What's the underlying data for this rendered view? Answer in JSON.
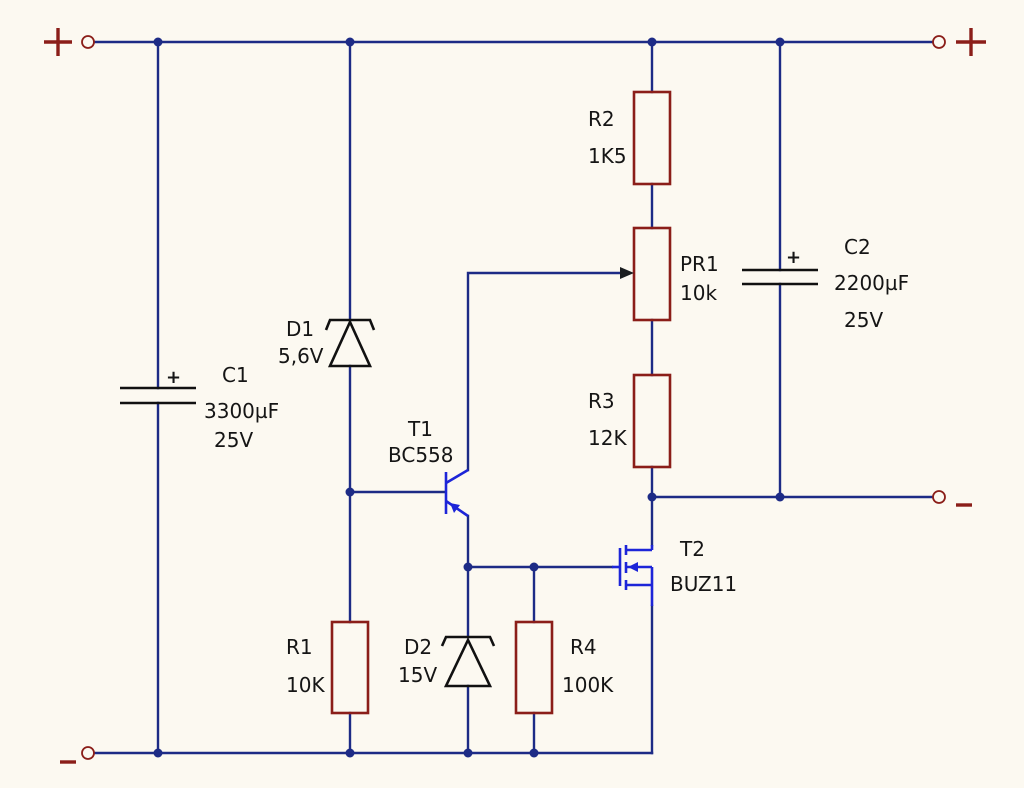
{
  "components": {
    "C1": {
      "ref": "C1",
      "value": "3300µF",
      "voltage": "25V"
    },
    "C2": {
      "ref": "C2",
      "value": "2200µF",
      "voltage": "25V"
    },
    "D1": {
      "ref": "D1",
      "value": "5,6V"
    },
    "D2": {
      "ref": "D2",
      "value": "15V"
    },
    "R1": {
      "ref": "R1",
      "value": "10K"
    },
    "R2": {
      "ref": "R2",
      "value": "1K5"
    },
    "R3": {
      "ref": "R3",
      "value": "12K"
    },
    "R4": {
      "ref": "R4",
      "value": "100K"
    },
    "PR1": {
      "ref": "PR1",
      "value": "10k"
    },
    "T1": {
      "ref": "T1",
      "value": "BC558"
    },
    "T2": {
      "ref": "T2",
      "value": "BUZ11"
    }
  },
  "colors": {
    "background": "#fcf9f1",
    "wire": "#1d2b86",
    "component_body": "#8b1e19",
    "transistor": "#1d25d8"
  }
}
